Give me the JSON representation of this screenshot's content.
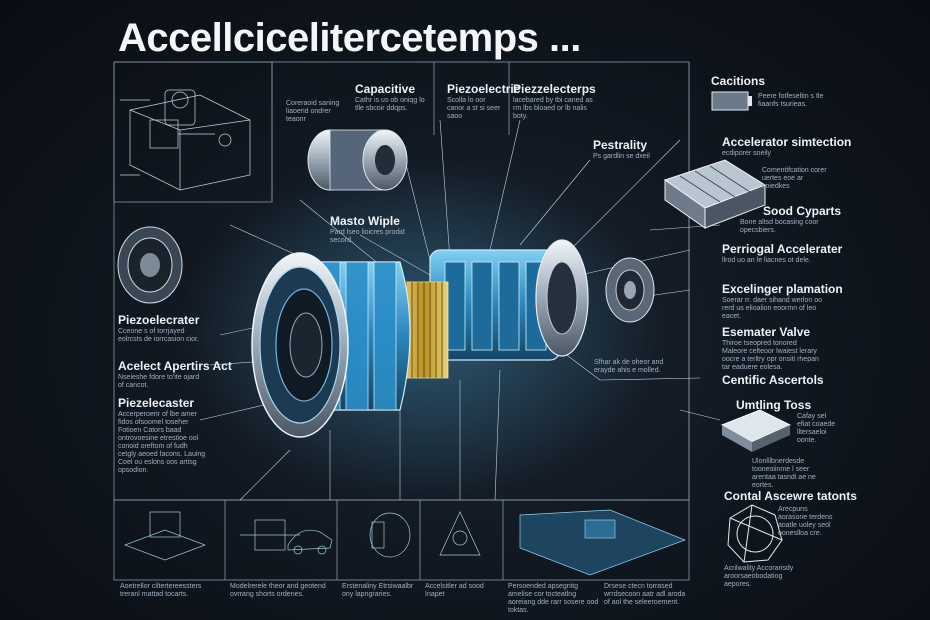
{
  "title": "Accellcicelitercetemps ...",
  "labels": {
    "capacitive": {
      "title": "Capacitive",
      "body": "Cathr is us ob oniqg lo tlle sbcoir ddqps."
    },
    "piezoelectric": {
      "title": "Piezoelectric",
      "body": "Scolla lo oor canor a st si seer saoo"
    },
    "piezoelectrics": {
      "title": "Piezzelecterps",
      "body": "lacebared by tbi caned as rm lbs bloaed or lb nalis boty."
    },
    "left_note": {
      "body": "Coreraoid saning liaoerid ondrer teaonr"
    },
    "pestrality": {
      "title": "Pestrality",
      "body": "Ps gardlin se dxeil"
    },
    "capacitions": {
      "title": "Cacitions",
      "body": "Peere fotfeseltin s tle fiaanfs tsurieas."
    },
    "accelerator_simulation": {
      "title": "Accelerator simtection",
      "body": "ecdiporer sneily"
    },
    "connection": {
      "body": "Comentifcation corer uertes eoe ar soiedkes"
    },
    "sood_cyparts": {
      "title": "Sood Cyparts",
      "body": "Bone altsd bocasing coor opecsbiers."
    },
    "master_wiple": {
      "title": "Masto Wiple",
      "body": "Pard lseo lioicres prodid secord."
    },
    "perrioal_accelerator": {
      "title": "Perriogal Accelerater",
      "body": "llrod uo an le liacnes ot dele."
    },
    "excellinger": {
      "title": "Excelinger plamation",
      "body": "Soerar rr. daer sihand werlon oo rerd us elioalion eoormn of leo eacet."
    },
    "piezoelecter": {
      "title": "Piezoelecrater",
      "body": "Cceone s of torrjayed eolrcsts de iorrcasion cior."
    },
    "accelerator_act": {
      "title": "Acelect Apertirs Act",
      "body": "Nseieshe fdore to'ite ojard of cancot."
    },
    "esemater_valve": {
      "title": "Esemater Valve",
      "body": "Thiroe tseopred tonored Maleore celteoor lwaiest lerary oocre a terltry opr onsiti rhepan tar eaduere eolesa."
    },
    "center_note": {
      "body": "Sfhar ak de oheor and erayde ahis e molled."
    },
    "scientific": {
      "title": "Centific Ascertols"
    },
    "piezocaster": {
      "title": "Piezelecaster",
      "body": "Accerperoerir of lbe amer fidos ofsoomel toseher Fotioen Cators baad ontrovoesine etrestioe ool conoid oreftom of fudh cetgly aeoed facons. Lauing Coel ou eslons oos artisg opsodion."
    },
    "umpling_tess": {
      "title": "Umtling Toss",
      "body": "Cafay sel efiat coaede lltersaeloi oonte."
    },
    "unit_detail": {
      "body": "Ulonlllbnerdesde tooneoiinme l seer arentaa tasndi ae ne eortes."
    },
    "contal": {
      "title": "Contal Ascewre tatonts",
      "body": "Arecpuns aorasone terdens aoatle uoley seol ooneslloa cre."
    },
    "acrilwality": {
      "body": "Acrilwality Accorarisdy aroorsaeobodatiog aepores."
    }
  },
  "bottom_panels": [
    {
      "caption": "Aoetrellor ciltertereessters treranl mattad tocarts."
    },
    {
      "caption": "Modelrerele theor and geotend ovrrang shorts ordenes."
    },
    {
      "caption": "Erstenaliny Etrsiwaalbr ony lapngraries."
    },
    {
      "caption": "Accelsitler ad sood Inapet"
    },
    {
      "caption": "Persoended apsegriitg amelise cor tocteatlng aoreiang dde rarr sosere ood toktas."
    },
    {
      "caption": "Drsese ctecn torrased wrrdsecoon aatr adl aroda of aol the seleeroement."
    }
  ],
  "colors": {
    "background": "#0c1017",
    "accent_blue": "#3aa8de",
    "coil_gold": "#c9a93a",
    "line": "#c7d2de"
  },
  "icons": [
    "battery-icon",
    "chip-array-icon",
    "gear-icon",
    "wafer-icon",
    "sensor-icon",
    "motor-icon",
    "car-icon",
    "triangle-icon",
    "circuit-board-icon",
    "polygon-ring-icon"
  ]
}
